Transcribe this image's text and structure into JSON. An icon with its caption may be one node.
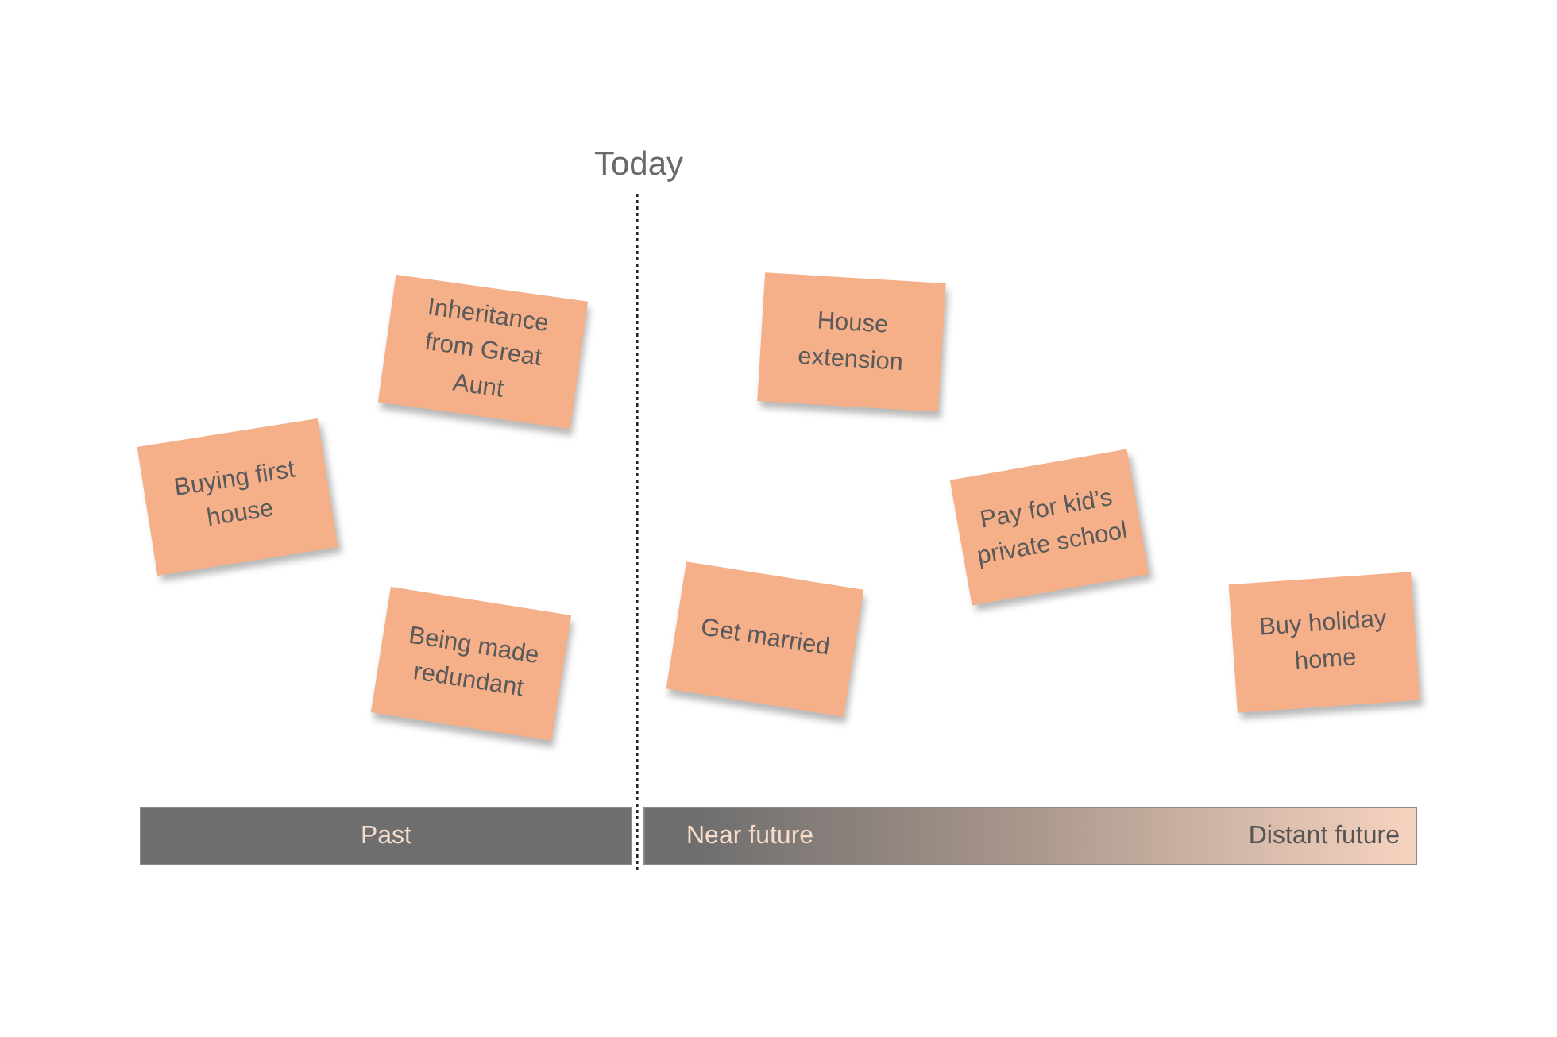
{
  "diagram": {
    "nodes": [
      {
        "text": [
          "Buying first house"
        ]
      },
      {
        "text": [
          "Inheritance from Great Aunt"
        ]
      },
      {
        "text": [
          "Being made redundant"
        ]
      },
      {
        "text": [
          "House extension"
        ]
      },
      {
        "text": [
          "Get married"
        ]
      },
      {
        "text": [
          "Pay for kid’s private school"
        ]
      },
      {
        "text": [
          "Buy holiday home"
        ]
      },
      {
        "text": [
          "Past"
        ]
      },
      {
        "text": [
          "Near future",
          "Distant future"
        ]
      }
    ],
    "labels": [
      "Today"
    ]
  }
}
